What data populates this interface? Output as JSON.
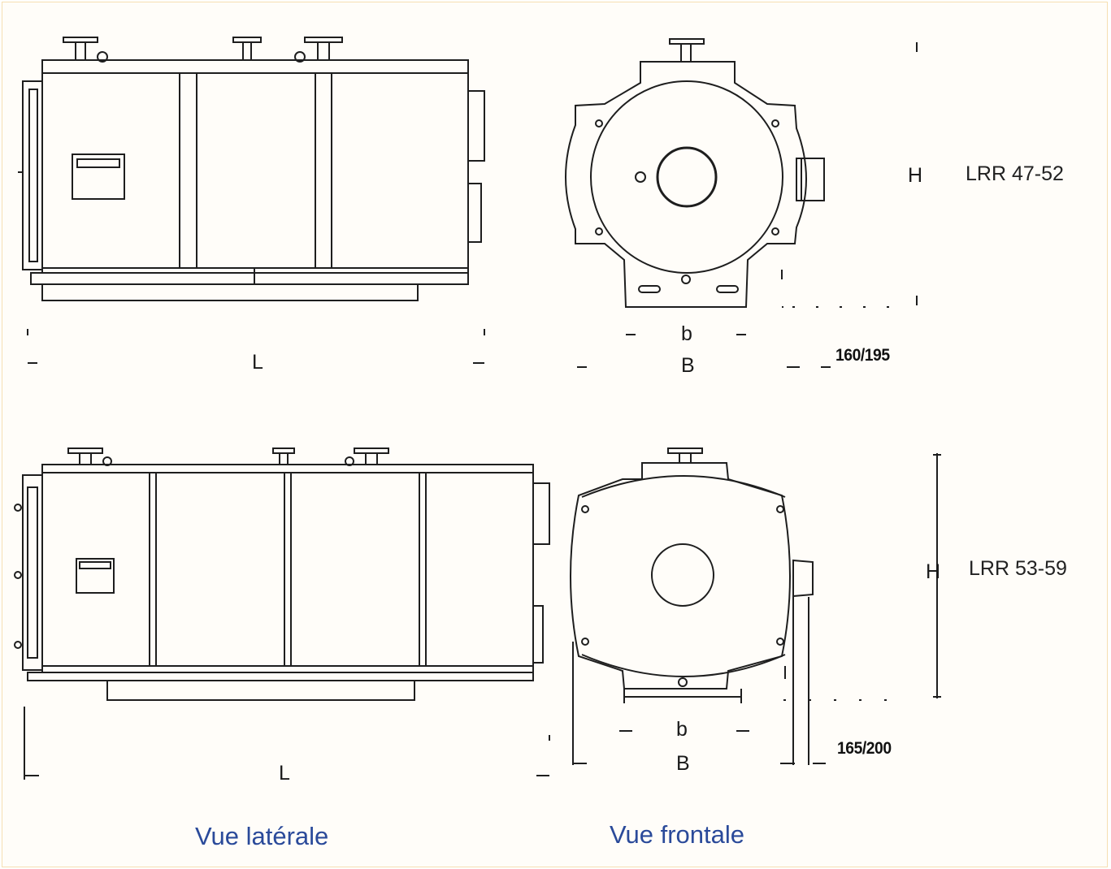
{
  "colors": {
    "frame_border": "#f6dfb1",
    "drawing_stroke": "#1e1e1e",
    "caption": "#2a4a9a"
  },
  "boiler_top": {
    "model": "LRR 47-52",
    "height_label": "H",
    "side_length_label": "L",
    "front_inner_width_label": "b",
    "front_overall_width_label": "B",
    "burner_offset_label": "160/195"
  },
  "boiler_bottom": {
    "model": "LRR 53-59",
    "height_label": "H",
    "side_length_label": "L",
    "front_inner_width_label": "b",
    "front_overall_width_label": "B",
    "burner_offset_label": "165/200"
  },
  "captions": {
    "side_view": "Vue latérale",
    "front_view": "Vue frontale"
  }
}
